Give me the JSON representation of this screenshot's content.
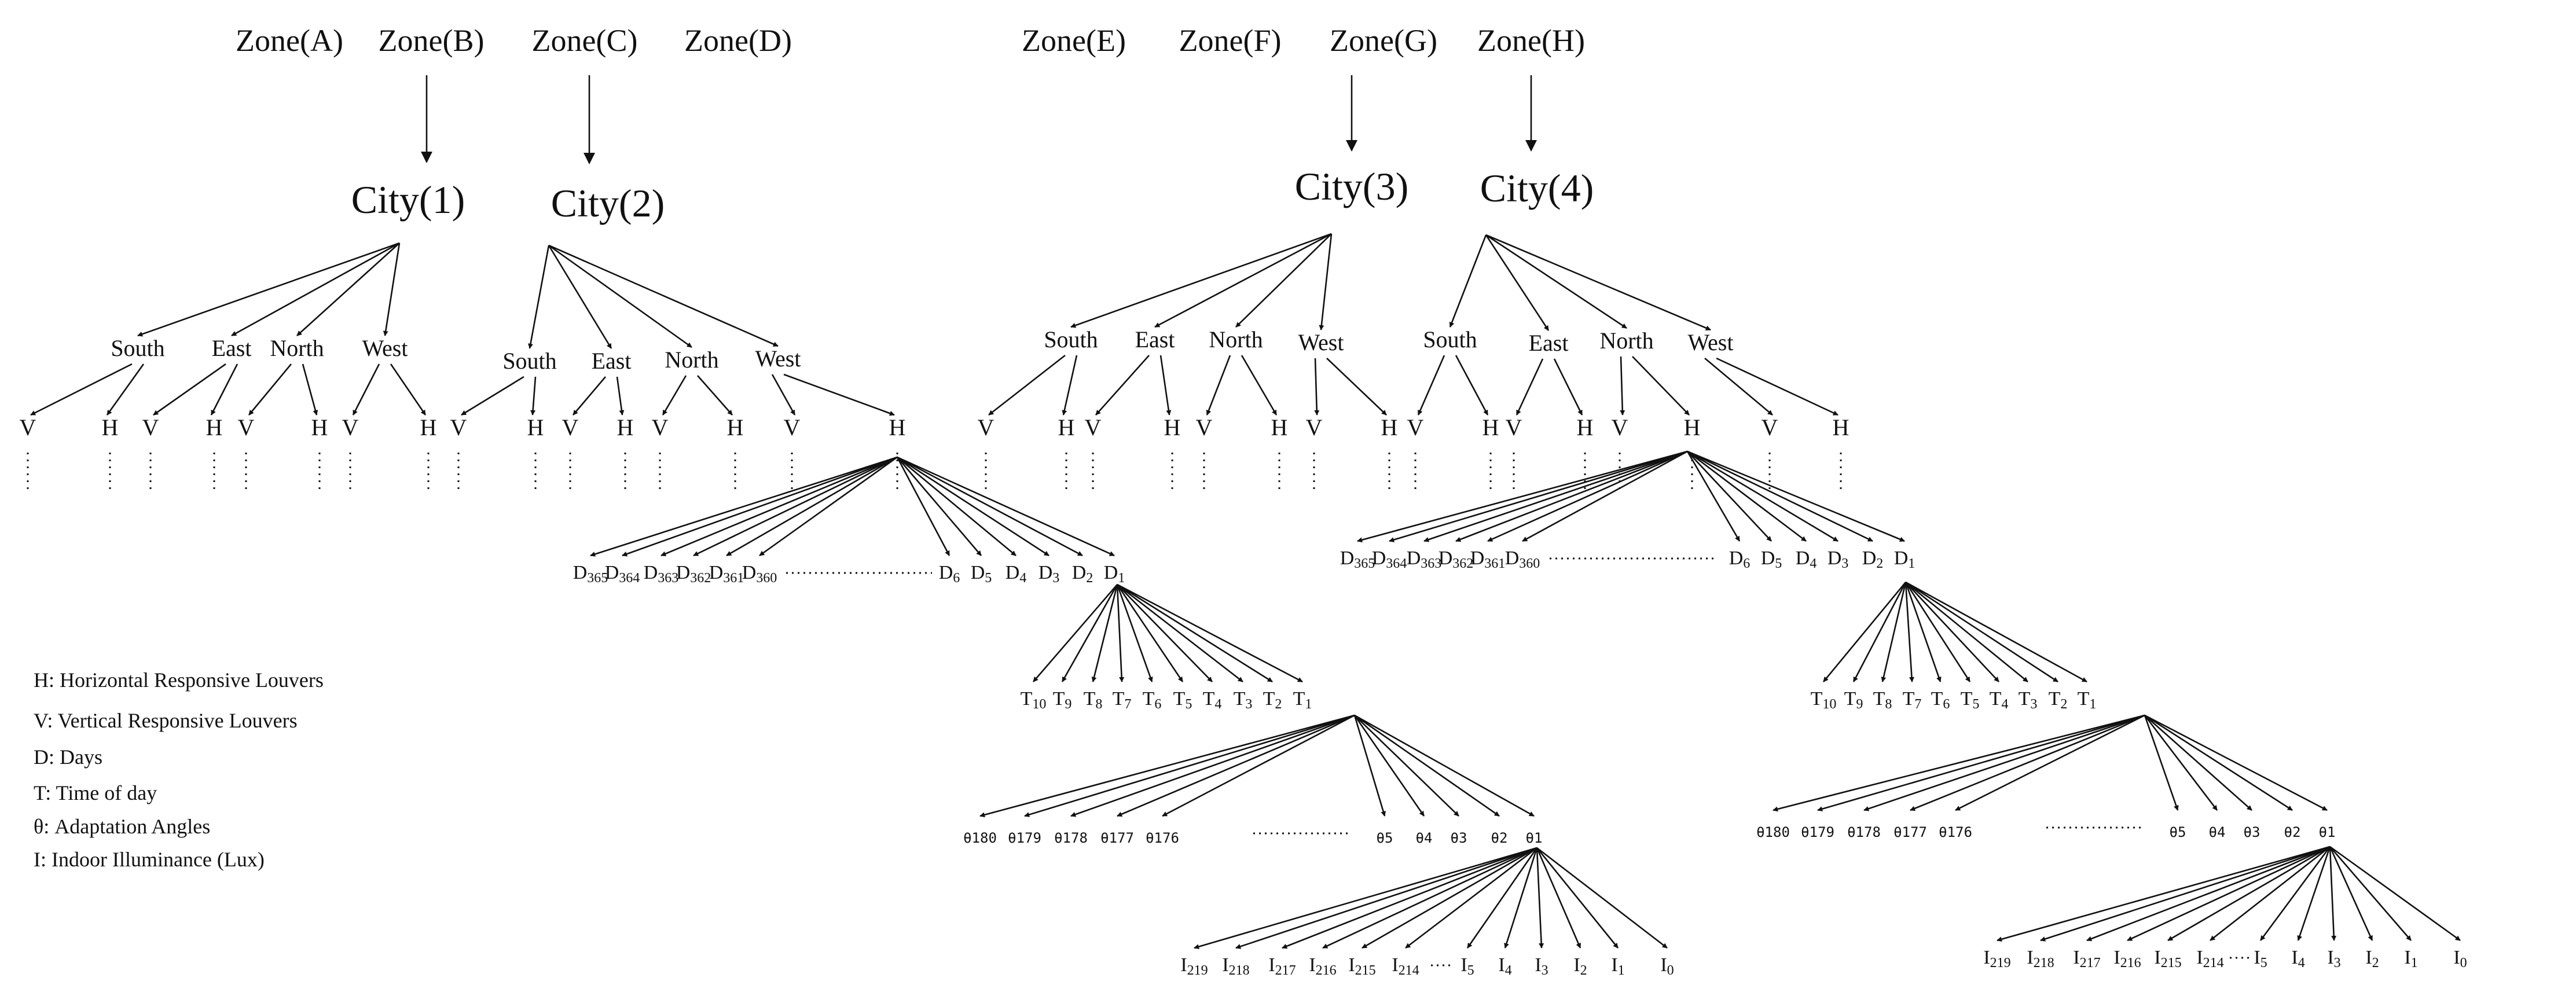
{
  "zones": [
    "Zone(A)",
    "Zone(B)",
    "Zone(C)",
    "Zone(D)",
    "Zone(E)",
    "Zone(F)",
    "Zone(G)",
    "Zone(H)"
  ],
  "cities": [
    "City(1)",
    "City(2)",
    "City(3)",
    "City(4)"
  ],
  "orientations": [
    "South",
    "East",
    "North",
    "West"
  ],
  "louvers": {
    "vertical": "V",
    "horizontal": "H"
  },
  "days": {
    "prefix": "D",
    "subs": [
      "365",
      "364",
      "363",
      "362",
      "361",
      "360",
      "6",
      "5",
      "4",
      "3",
      "2",
      "1"
    ]
  },
  "times": {
    "prefix": "T",
    "subs": [
      "10",
      "9",
      "8",
      "7",
      "6",
      "5",
      "4",
      "3",
      "2",
      "1"
    ]
  },
  "angles": {
    "prefix": "θ",
    "subs": [
      "180",
      "179",
      "178",
      "177",
      "176",
      "5",
      "4",
      "3",
      "2",
      "1"
    ]
  },
  "illuminance": {
    "prefix": "I",
    "subs": [
      "219",
      "218",
      "217",
      "216",
      "215",
      "214",
      "5",
      "4",
      "3",
      "2",
      "1",
      "0"
    ]
  },
  "legend": [
    "H: Horizontal Responsive Louvers",
    "V: Vertical Responsive Louvers",
    "D: Days",
    "T: Time of day",
    "θ: Adaptation Angles",
    "I: Indoor Illuminance (Lux)"
  ]
}
